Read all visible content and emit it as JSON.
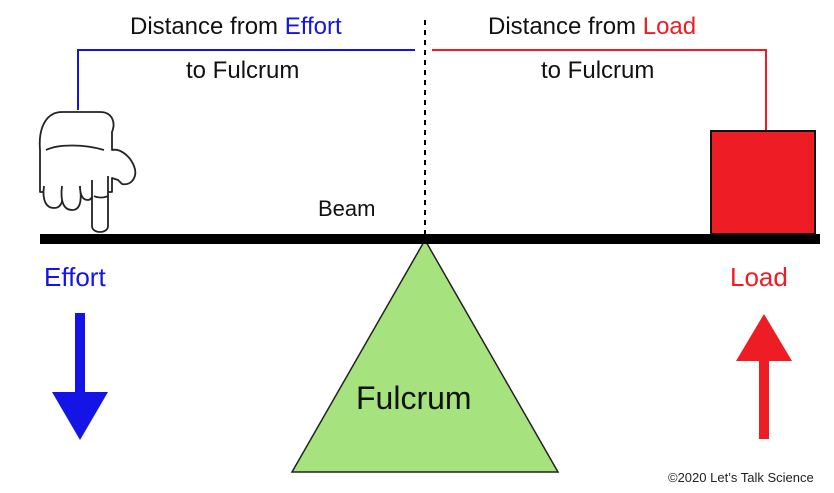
{
  "colors": {
    "effort": "#1414e6",
    "load": "#ee1c25",
    "beam": "#000000",
    "fulcrum_fill": "#a6e27d",
    "fulcrum_stroke": "#222222"
  },
  "icons": {
    "hand": "pointing-hand-icon",
    "effort_arrow": "arrow-down-icon",
    "load_arrow": "arrow-up-icon"
  },
  "labels": {
    "effort_distance_prefix": "Distance from ",
    "effort_distance_word": "Effort",
    "effort_distance_line2": "to Fulcrum",
    "load_distance_prefix": "Distance from ",
    "load_distance_word": "Load",
    "load_distance_line2": "to Fulcrum",
    "beam": "Beam",
    "effort": "Effort",
    "load": "Load",
    "fulcrum": "Fulcrum",
    "copyright": "©2020 Let’s Talk Science"
  }
}
